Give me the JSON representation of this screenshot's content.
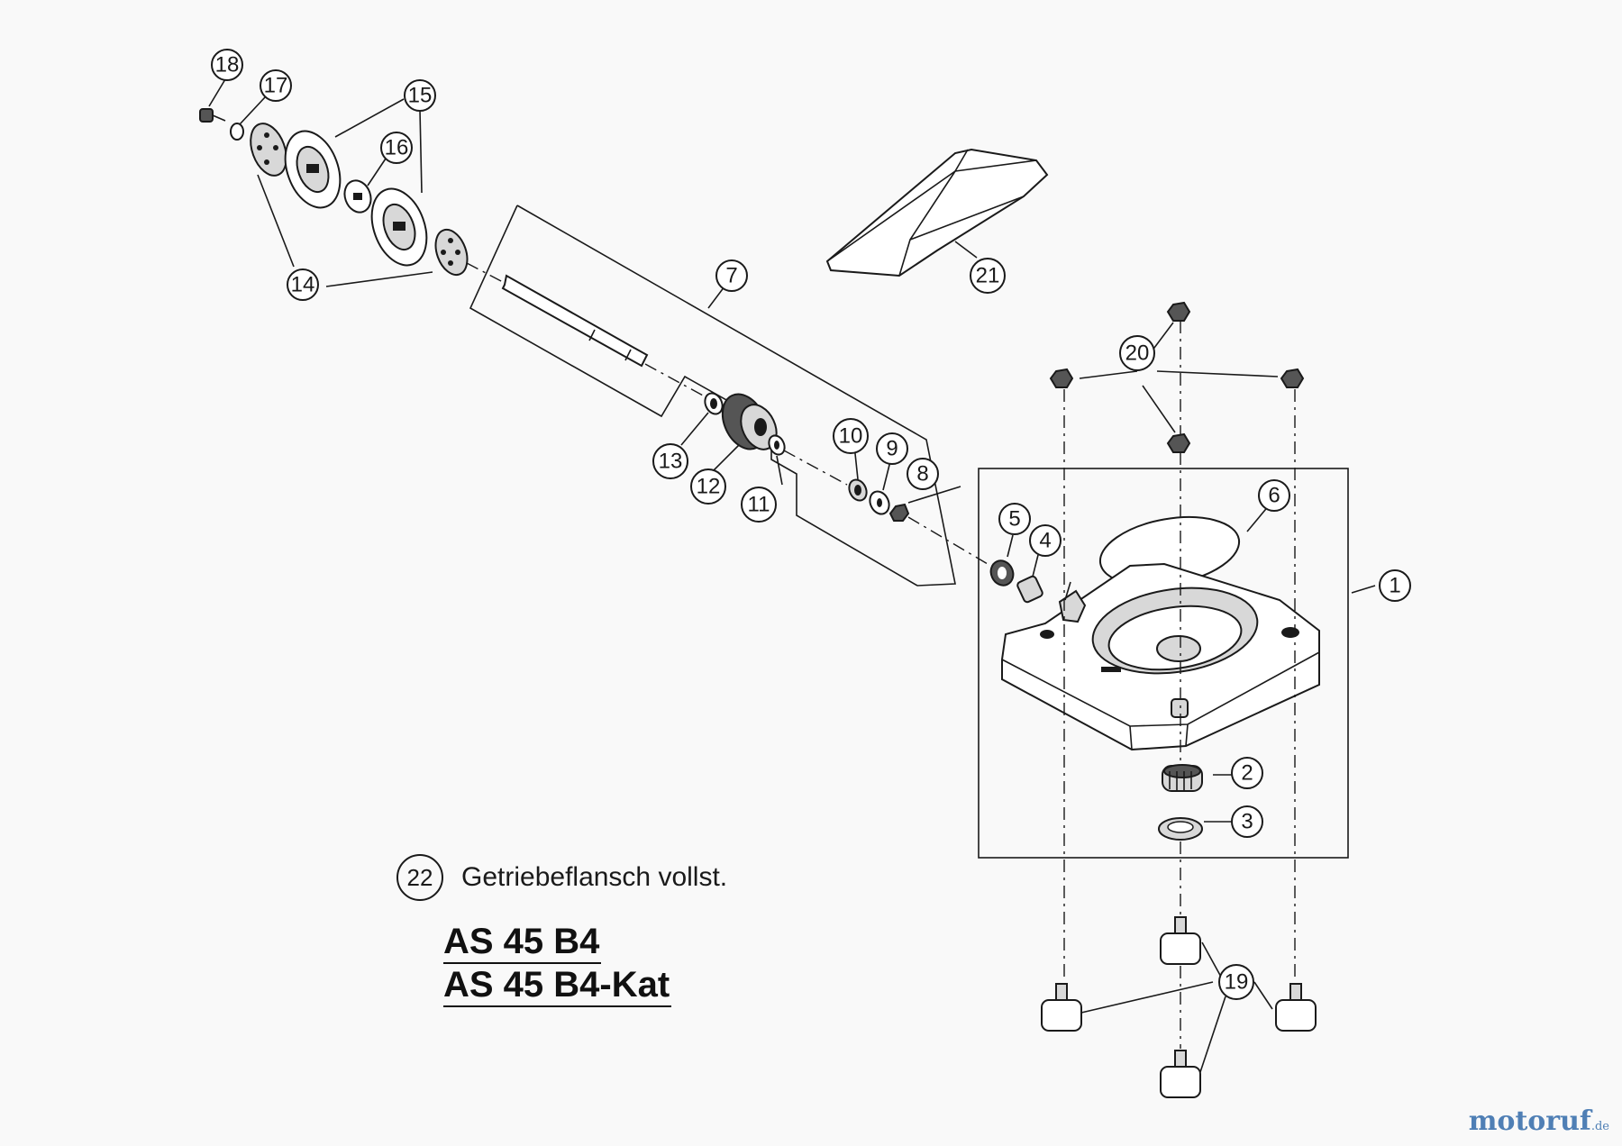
{
  "callouts": [
    "1",
    "2",
    "3",
    "4",
    "5",
    "6",
    "7",
    "8",
    "9",
    "10",
    "11",
    "12",
    "13",
    "14",
    "15",
    "16",
    "17",
    "18",
    "19",
    "20",
    "21"
  ],
  "legend": {
    "number": "22",
    "text": "Getriebeflansch vollst."
  },
  "models": [
    "AS 45 B4",
    "AS 45 B4-Kat"
  ],
  "watermark": {
    "logo_text": "motoruf",
    "suffix": ".de"
  },
  "colors": {
    "line": "#1a1a1a",
    "background": "#f9f9f9",
    "watermark": "#4f7fb5"
  }
}
